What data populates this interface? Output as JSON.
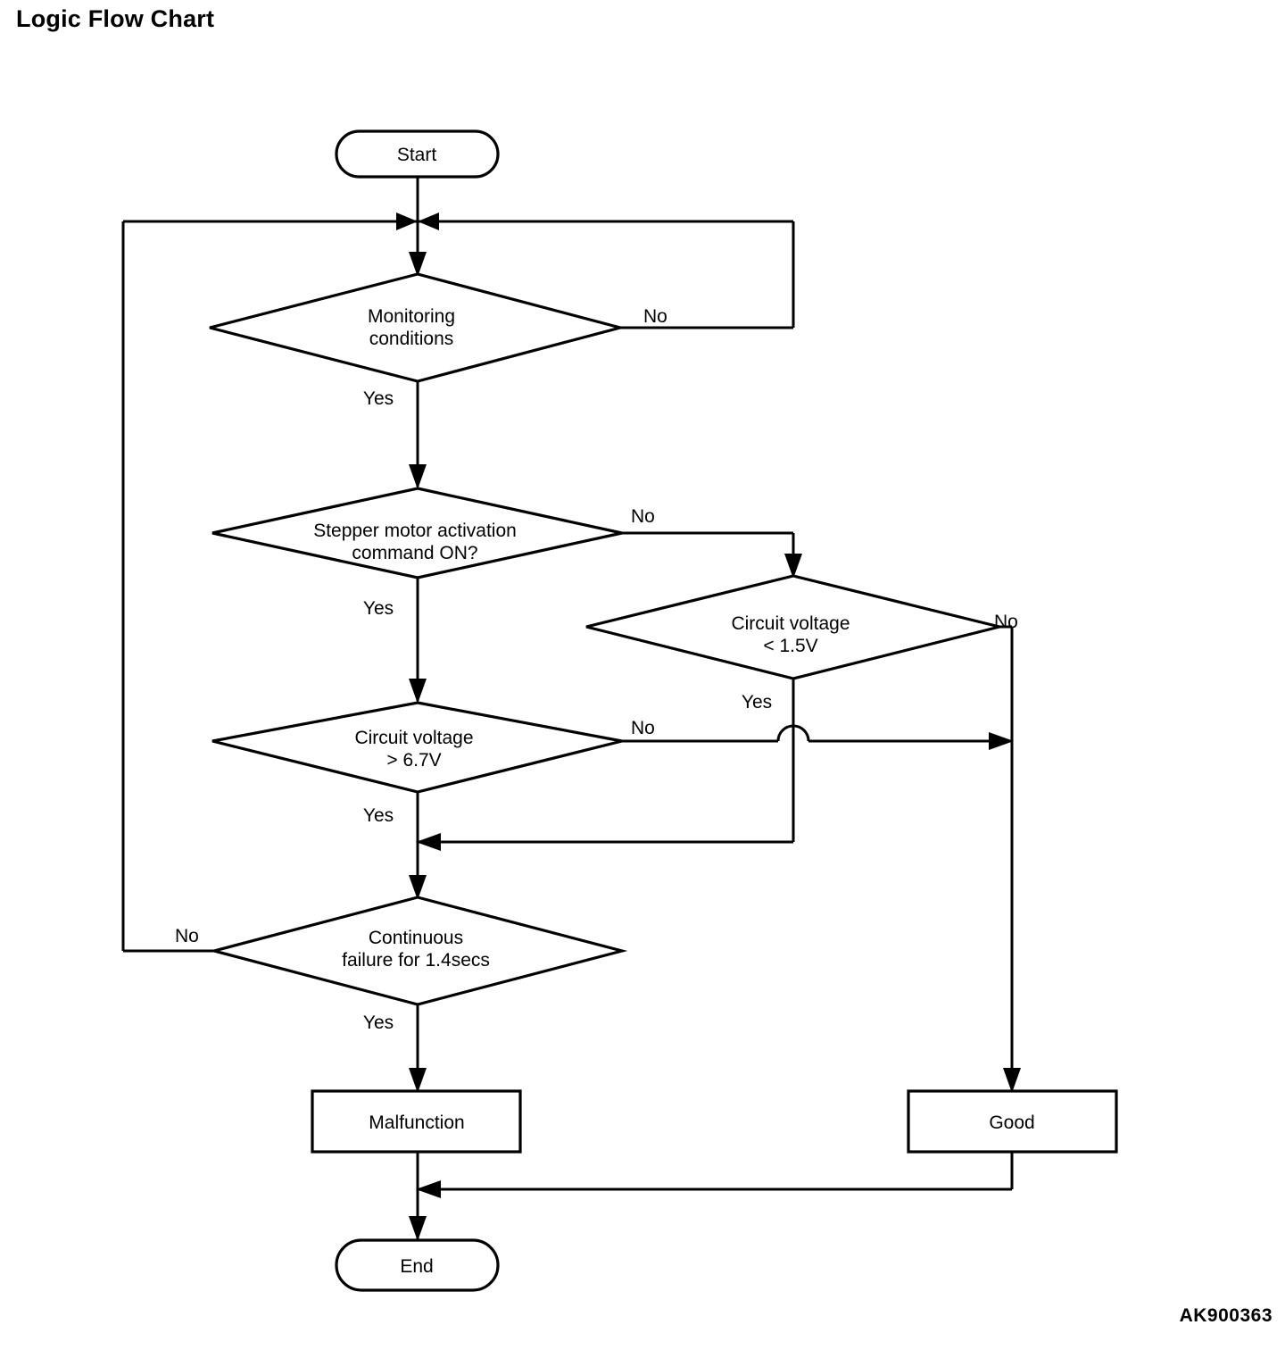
{
  "title": "Logic Flow Chart",
  "figure_ref": "AK900363",
  "chart_data": {
    "type": "diagram",
    "diagram_kind": "flowchart",
    "title": "Logic Flow Chart",
    "nodes": [
      {
        "id": "start",
        "shape": "terminator",
        "label": "Start"
      },
      {
        "id": "monitoring",
        "shape": "decision",
        "label": "Monitoring conditions",
        "line1": "Monitoring",
        "line2": "conditions"
      },
      {
        "id": "stepper",
        "shape": "decision",
        "label": "Stepper motor activation command ON?",
        "line1": "Stepper motor activation",
        "line2": "command ON?"
      },
      {
        "id": "volt_low",
        "shape": "decision",
        "label": "Circuit voltage < 1.5V",
        "line1": "Circuit voltage",
        "line2": "< 1.5V"
      },
      {
        "id": "volt_high",
        "shape": "decision",
        "label": "Circuit voltage > 6.7V",
        "line1": "Circuit voltage",
        "line2": "> 6.7V"
      },
      {
        "id": "continuous",
        "shape": "decision",
        "label": "Continuous failure for 1.4secs",
        "line1": "Continuous",
        "line2": "failure for 1.4secs"
      },
      {
        "id": "malfunction",
        "shape": "process",
        "label": "Malfunction"
      },
      {
        "id": "good",
        "shape": "process",
        "label": "Good"
      },
      {
        "id": "end",
        "shape": "terminator",
        "label": "End"
      }
    ],
    "edges": [
      {
        "from": "start",
        "to": "monitoring",
        "label": ""
      },
      {
        "from": "monitoring",
        "to": "stepper",
        "label": "Yes"
      },
      {
        "from": "monitoring",
        "to": "monitoring",
        "label": "No"
      },
      {
        "from": "stepper",
        "to": "volt_high",
        "label": "Yes"
      },
      {
        "from": "stepper",
        "to": "volt_low",
        "label": "No"
      },
      {
        "from": "volt_low",
        "to": "continuous",
        "label": "Yes"
      },
      {
        "from": "volt_low",
        "to": "good",
        "label": "No"
      },
      {
        "from": "volt_high",
        "to": "continuous",
        "label": "Yes"
      },
      {
        "from": "volt_high",
        "to": "good",
        "label": "No"
      },
      {
        "from": "continuous",
        "to": "malfunction",
        "label": "Yes"
      },
      {
        "from": "continuous",
        "to": "monitoring",
        "label": "No"
      },
      {
        "from": "malfunction",
        "to": "end",
        "label": ""
      },
      {
        "from": "good",
        "to": "end",
        "label": ""
      }
    ]
  },
  "labels": {
    "start": "Start",
    "monitoring_l1": "Monitoring",
    "monitoring_l2": "conditions",
    "monitoring_yes": "Yes",
    "monitoring_no": "No",
    "stepper_l1": "Stepper motor activation",
    "stepper_l2": "command ON?",
    "stepper_yes": "Yes",
    "stepper_no": "No",
    "volt_low_l1": "Circuit voltage",
    "volt_low_l2": "< 1.5V",
    "volt_low_yes": "Yes",
    "volt_low_no": "No",
    "volt_high_l1": "Circuit voltage",
    "volt_high_l2": "> 6.7V",
    "volt_high_yes": "Yes",
    "volt_high_no": "No",
    "continuous_l1": "Continuous",
    "continuous_l2": "failure for 1.4secs",
    "continuous_yes": "Yes",
    "continuous_no": "No",
    "malfunction": "Malfunction",
    "good": "Good",
    "end": "End"
  },
  "colors": {
    "ink": "#000000",
    "paper": "#ffffff"
  }
}
